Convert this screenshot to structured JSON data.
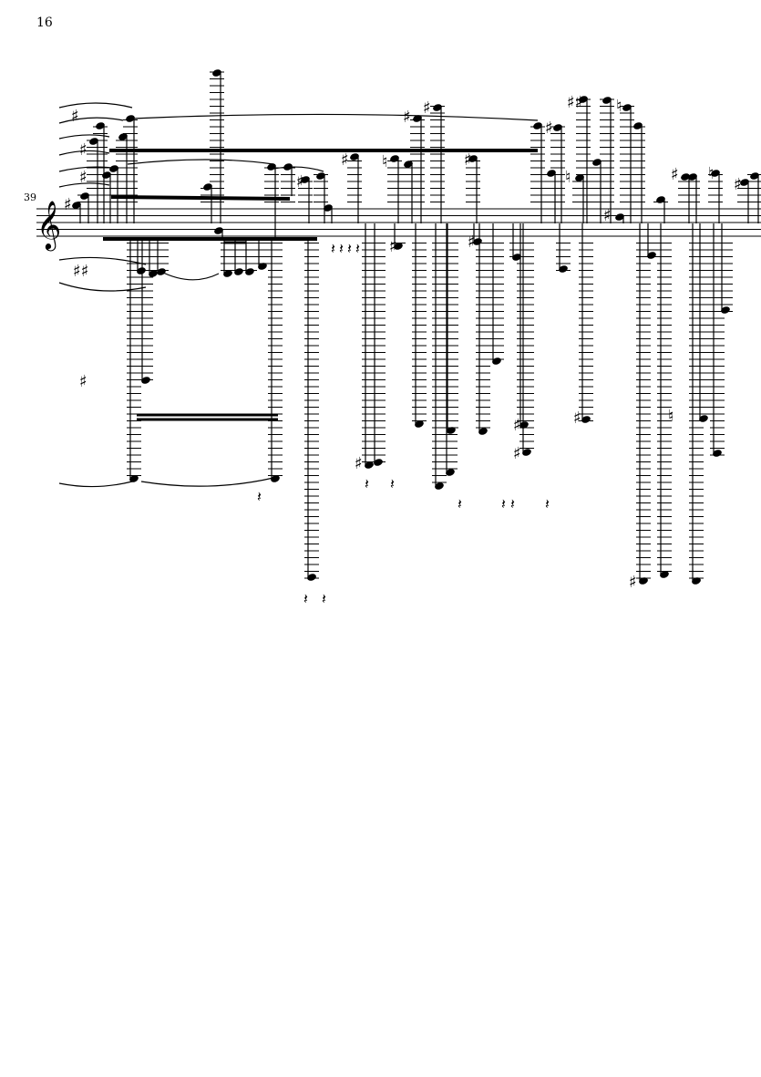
{
  "page": {
    "page_number": "16",
    "measure_number": "39"
  },
  "score": {
    "clef": "treble",
    "ink_color": "#000000"
  }
}
